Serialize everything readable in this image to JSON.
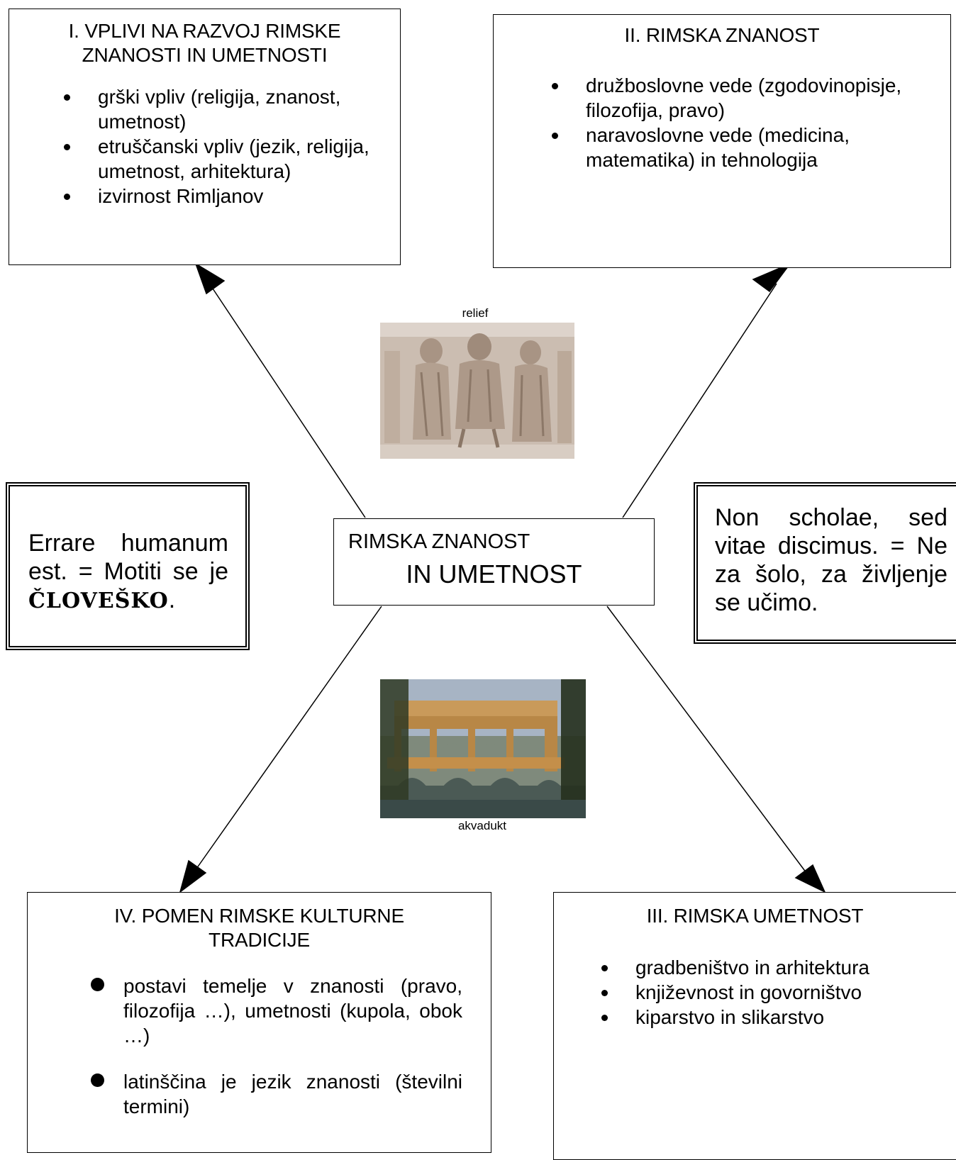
{
  "center": {
    "line1": "RIMSKA ZNANOST",
    "line2": "IN UMETNOST"
  },
  "box1": {
    "title": "I. VPLIVI NA RAZVOJ RIMSKE ZNANOSTI  IN UMETNOSTI",
    "items": [
      "grški vpliv (religija, znanost, umetnost)",
      "etruščanski vpliv (jezik, religija, umetnost, arhitektura)",
      "izvirnost Rimljanov"
    ]
  },
  "box2": {
    "title": "II. RIMSKA ZNANOST",
    "items": [
      "družboslovne vede (zgodovinopisje, filozofija, pravo)",
      "naravoslovne vede (medicina, matematika) in tehnologija"
    ]
  },
  "box3": {
    "title": "III. RIMSKA UMETNOST",
    "items": [
      "gradbeništvo in arhitektura",
      "književnost in govorništvo",
      "kiparstvo in slikarstvo"
    ]
  },
  "box4": {
    "title": "IV. POMEN RIMSKE KULTURNE TRADICIJE",
    "items": [
      "postavi temelje v znanosti (pravo, filozofija …), umetnosti (kupola, obok …)",
      "latinščina je jezik znanosti (številni termini)"
    ]
  },
  "quote_left": {
    "text": "Errare humanum est. = Motiti se je",
    "emphasis": "ČLOVEŠKO",
    "end": "."
  },
  "quote_right": {
    "text": "Non scholae, sed vitae discimus. = Ne za šolo, za življenje se učimo."
  },
  "images": {
    "relief_caption": "relief",
    "aqueduct_caption": "akvadukt"
  }
}
